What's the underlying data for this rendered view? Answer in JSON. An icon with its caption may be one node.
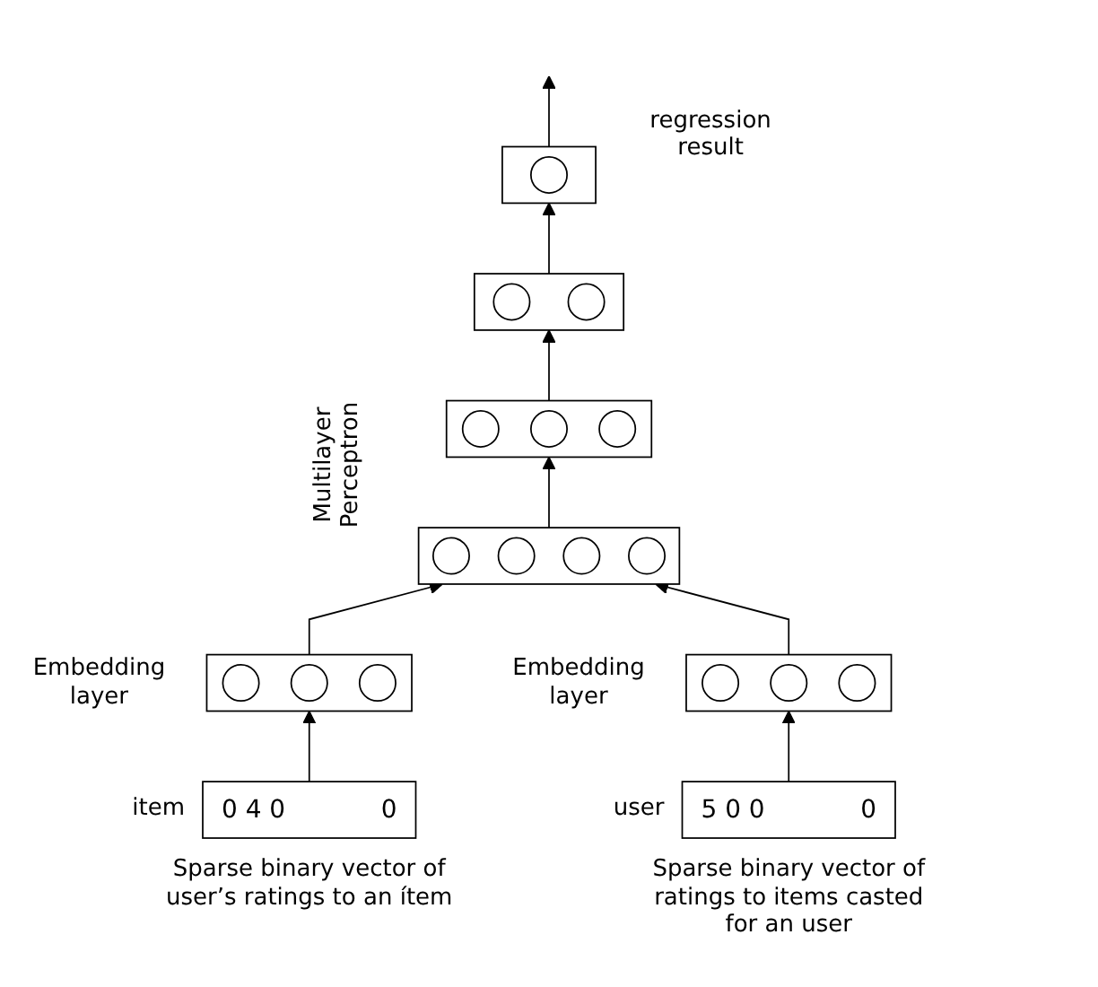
{
  "diagram": {
    "nodes": [
      {
        "text": [],
        "shape": "box",
        "beside": [
          "regression result"
        ]
      },
      {
        "text": [],
        "shape": "box"
      },
      {
        "text": [],
        "shape": "box"
      },
      {
        "text": [],
        "shape": "box"
      },
      {
        "text": [],
        "shape": "box",
        "beside": [
          "Embedding layer"
        ]
      },
      {
        "text": [],
        "shape": "box",
        "beside": [
          "Embedding layer"
        ]
      },
      {
        "text": [
          "0",
          "4",
          "0",
          "0"
        ],
        "beside": [
          "item",
          "Sparse binary vector of user’s ratings to an ítem"
        ]
      },
      {
        "text": [
          "5",
          "0",
          "0",
          "0"
        ],
        "beside": [
          "user",
          "Sparse binary vector of ratings to items casted for an user"
        ]
      }
    ],
    "edges": [
      {
        "from": 6,
        "to": 4,
        "arrow": "to"
      },
      {
        "from": 7,
        "to": 5,
        "arrow": "to"
      },
      {
        "from": 4,
        "to": 3,
        "arrow": "to"
      },
      {
        "from": 5,
        "to": 3,
        "arrow": "to"
      },
      {
        "from": 3,
        "to": 2,
        "arrow": "to"
      },
      {
        "from": 2,
        "to": 1,
        "arrow": "to"
      },
      {
        "from": 1,
        "to": 0,
        "arrow": "to"
      },
      {
        "from": 0,
        "to": null,
        "arrow": "to"
      }
    ],
    "labels": [
      "Multilayer Perceptron"
    ]
  }
}
